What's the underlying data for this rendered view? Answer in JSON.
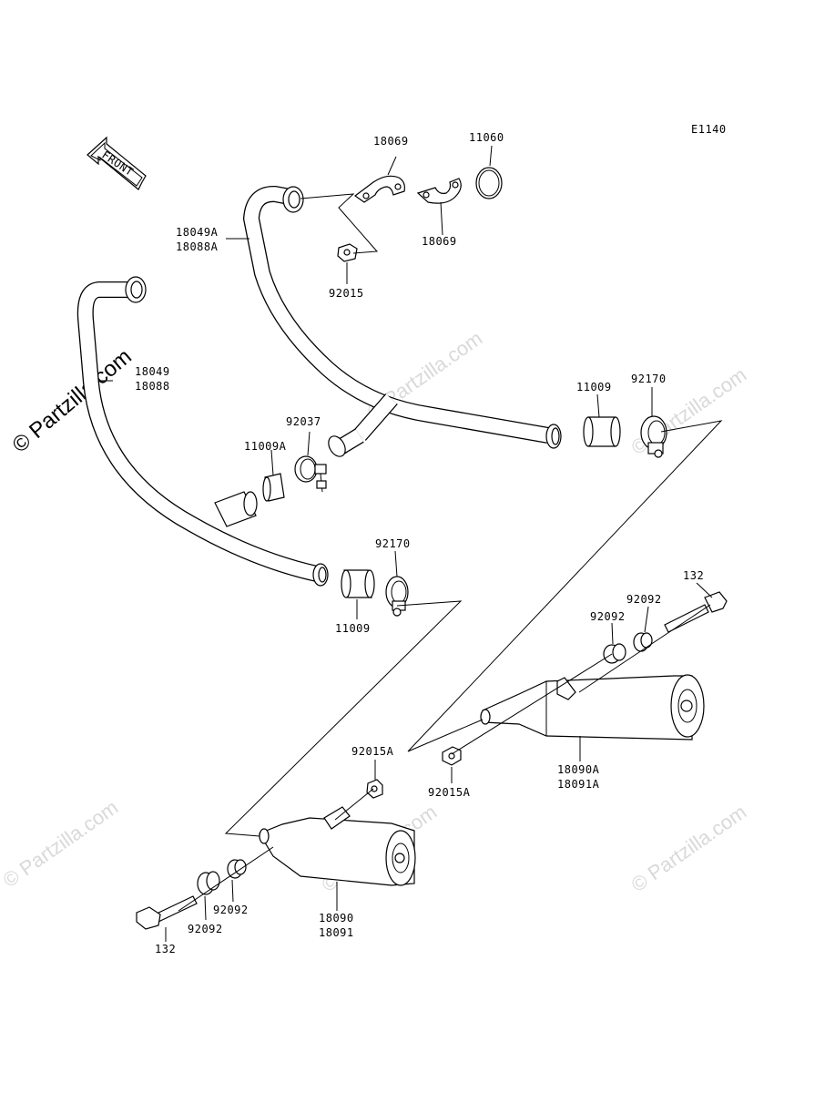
{
  "diagram_code": "E1140",
  "front_label": "FRONT",
  "watermarks": {
    "main": "© Partzilla.com",
    "faint": "© Partzilla.com"
  },
  "labels": {
    "p18069_top": "18069",
    "p11060": "11060",
    "p18049A": "18049A",
    "p18088A": "18088A",
    "p18069_bottom": "18069",
    "p92015": "92015",
    "p18049": "18049",
    "p18088": "18088",
    "p92037": "92037",
    "p11009A": "11009A",
    "p11009_right": "11009",
    "p92170_right": "92170",
    "p92170_left": "92170",
    "p11009_left": "11009",
    "p132_right": "132",
    "p92092_r1": "92092",
    "p92092_r2": "92092",
    "p18090A": "18090A",
    "p18091A": "18091A",
    "p92015A_top": "92015A",
    "p92015A_mid": "92015A",
    "p18090": "18090",
    "p18091": "18091",
    "p92092_l1": "92092",
    "p92092_l2": "92092",
    "p132_left": "132"
  }
}
